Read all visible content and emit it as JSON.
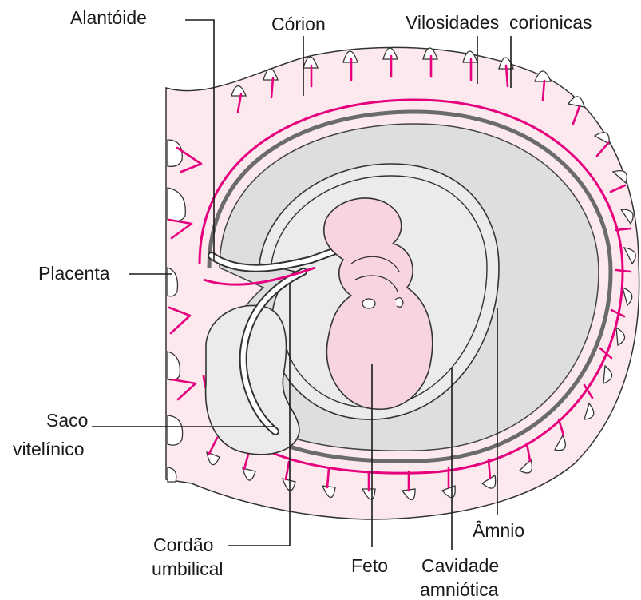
{
  "labels": {
    "alantoide": "Alantóide",
    "corion": "Córion",
    "vilosidades": "Vilosidades  corionicas",
    "placenta": "Placenta",
    "saco_line1": "Saco",
    "saco_line2": "vitelínico",
    "cordao_line1": "Cordão",
    "cordao_line2": "umbilical",
    "feto": "Feto",
    "cavidade_line1": "Cavidade",
    "cavidade_line2": "amniótica",
    "amnio": "Âmnio"
  },
  "colors": {
    "chorion_fill": "#fbe9ee",
    "cavity_fill": "#dedede",
    "inner_fill": "#ebebeb",
    "fetus_fill": "#f8d3e0",
    "vessel_magenta": "#e6007e",
    "membrane_gray": "#6b6b6b",
    "outline": "#333333"
  }
}
